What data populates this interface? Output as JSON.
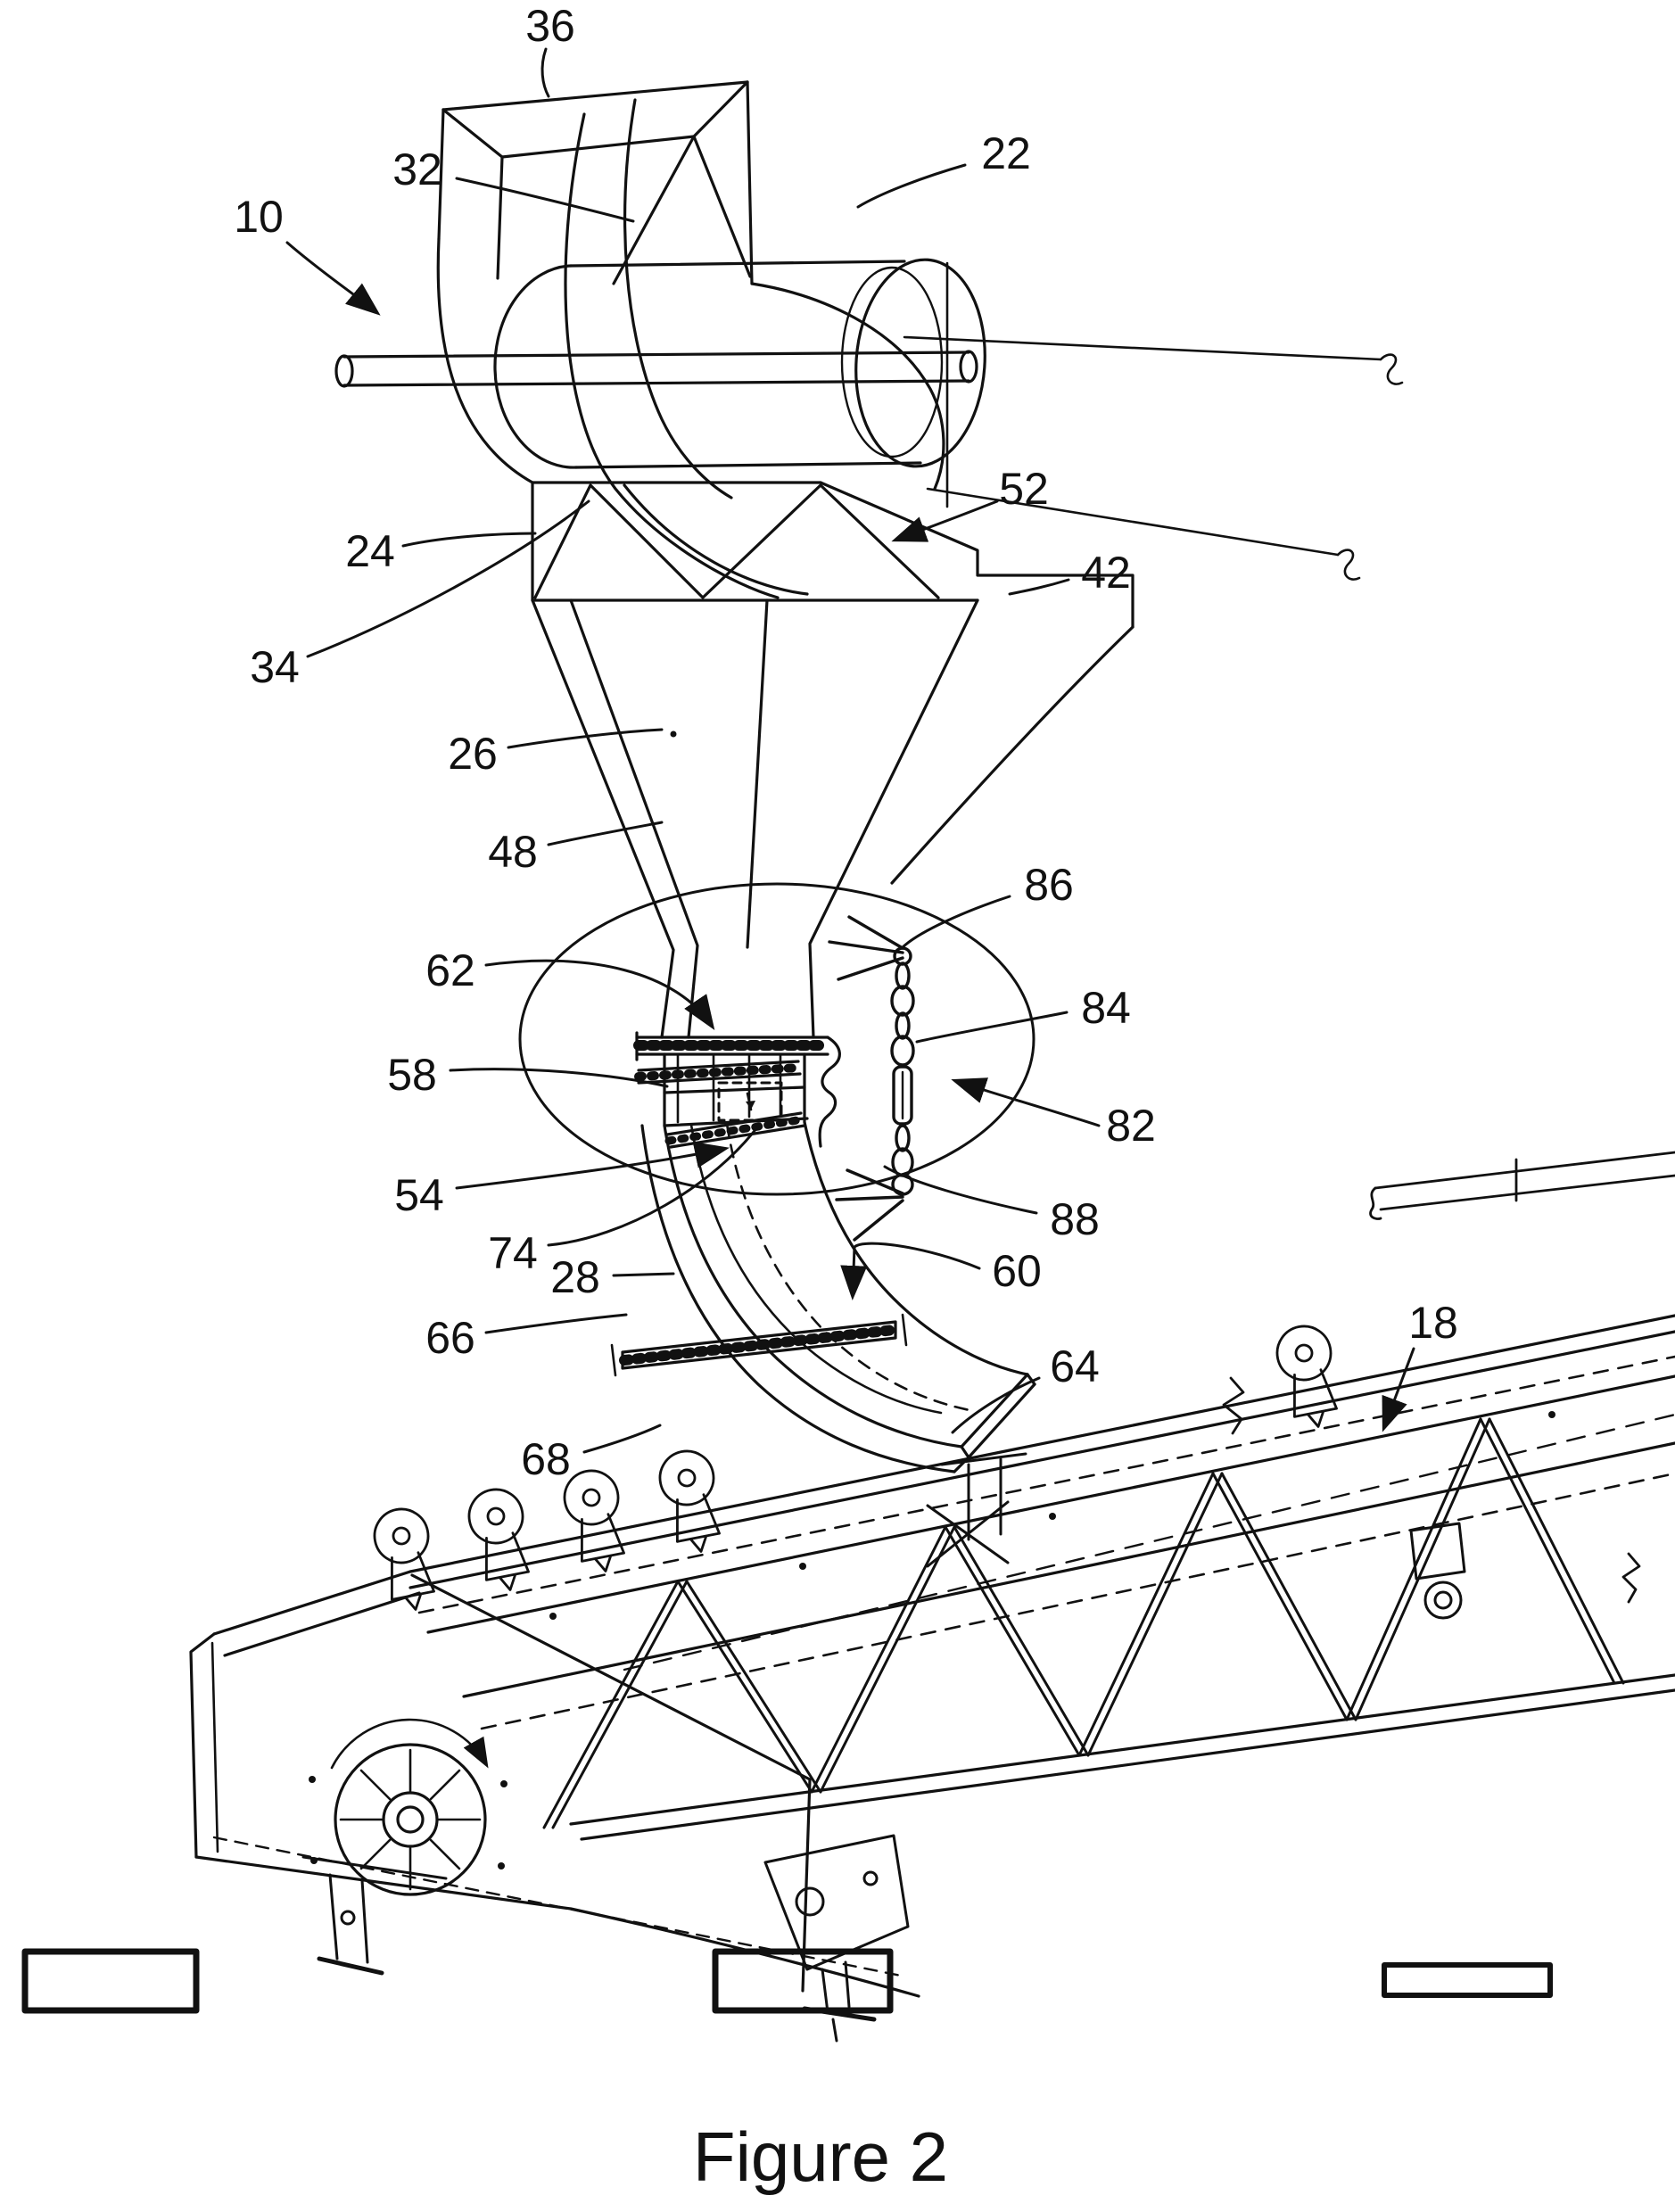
{
  "figure": {
    "caption": "Figure 2",
    "kind": "patent-line-drawing",
    "line_color": "#111111",
    "background_color": "#ffffff"
  },
  "labels": [
    {
      "id": "10",
      "text": "10"
    },
    {
      "id": "36",
      "text": "36"
    },
    {
      "id": "32",
      "text": "32"
    },
    {
      "id": "22",
      "text": "22"
    },
    {
      "id": "52",
      "text": "52"
    },
    {
      "id": "42",
      "text": "42"
    },
    {
      "id": "24",
      "text": "24"
    },
    {
      "id": "34",
      "text": "34"
    },
    {
      "id": "26",
      "text": "26"
    },
    {
      "id": "48",
      "text": "48"
    },
    {
      "id": "62",
      "text": "62"
    },
    {
      "id": "58",
      "text": "58"
    },
    {
      "id": "54",
      "text": "54"
    },
    {
      "id": "74",
      "text": "74"
    },
    {
      "id": "28",
      "text": "28"
    },
    {
      "id": "66",
      "text": "66"
    },
    {
      "id": "68",
      "text": "68"
    },
    {
      "id": "60",
      "text": "60"
    },
    {
      "id": "64",
      "text": "64"
    },
    {
      "id": "86",
      "text": "86"
    },
    {
      "id": "84",
      "text": "84"
    },
    {
      "id": "82",
      "text": "82"
    },
    {
      "id": "88",
      "text": "88"
    },
    {
      "id": "18",
      "text": "18"
    }
  ]
}
